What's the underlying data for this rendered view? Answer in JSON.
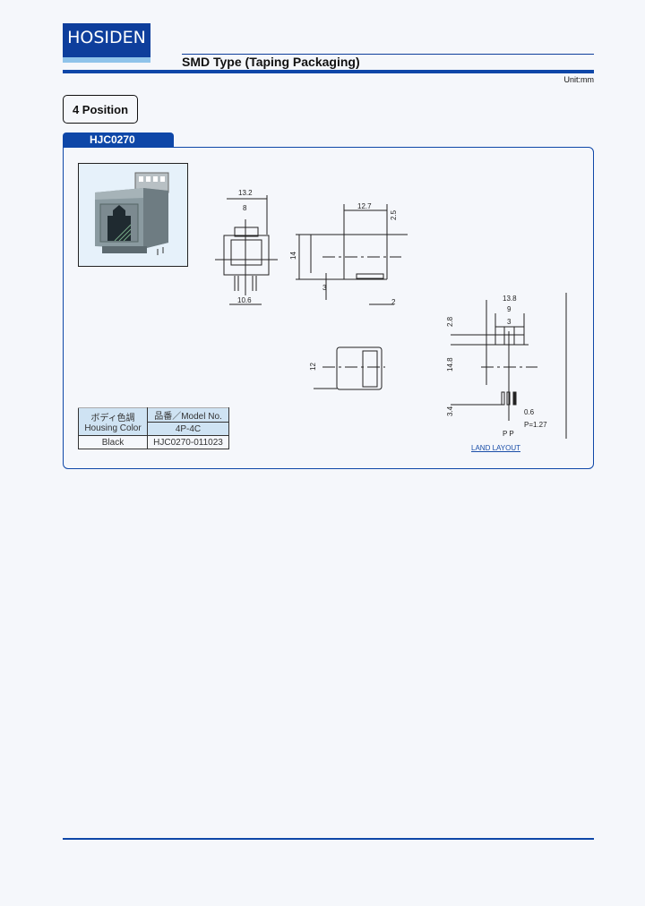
{
  "header": {
    "brand": "HOSIDEN",
    "title": "SMD Type (Taping Packaging)",
    "unit": "Unit:mm"
  },
  "position_label": "4 Position",
  "product": {
    "model_tab": "HJC0270",
    "image_alt": "modular-jack-photo",
    "table": {
      "col1_header_jp": "ボディ色調",
      "col1_header_en": "Housing Color",
      "col2_header": "品番／Model No.",
      "col2_sub": "4P-4C",
      "rows": [
        {
          "color": "Black",
          "model": "HJC0270-011023"
        }
      ]
    }
  },
  "drawings": {
    "front_view": {
      "dim_width": "13.2",
      "dim_inner": "8",
      "dim_bottom": "10.6"
    },
    "side_view": {
      "dim_depth": "12.7",
      "dim_top": "2.5",
      "dim_height": "14",
      "dim_inner_height": "12",
      "dim_bottom": "3",
      "dim_tail": "2"
    },
    "bottom_view": {
      "dim_width": "12"
    },
    "land_layout": {
      "dim_overall": "13.8",
      "dim_9": "9",
      "dim_3": "3",
      "dim_2_8": "2.8",
      "dim_14_8": "14.8",
      "dim_3_4": "3.4",
      "dim_0_6": "0.6",
      "pitch": "P=1.27",
      "p_label": "P",
      "label": "LAND LAYOUT"
    }
  },
  "colors": {
    "brand_blue": "#0e47a8",
    "light_blue": "#8fc3ea",
    "table_header": "#cfe3f3"
  }
}
